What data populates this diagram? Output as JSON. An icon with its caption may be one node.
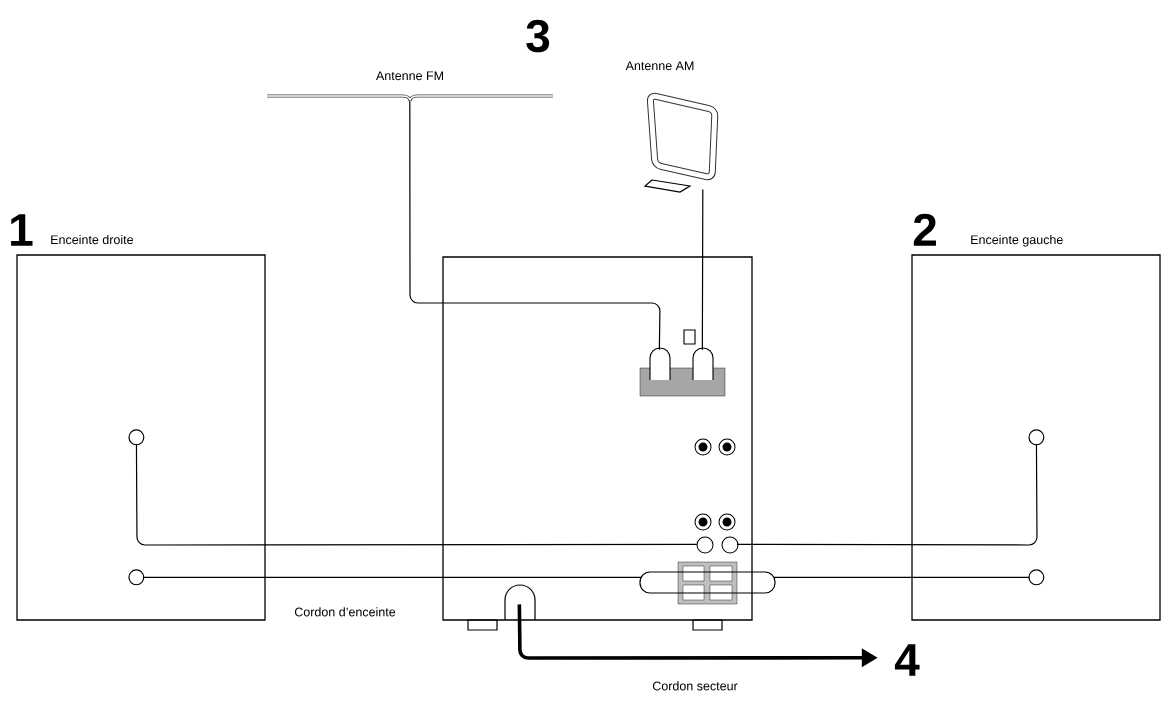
{
  "diagram": {
    "nodes": [
      {
        "text": [
          "1",
          "Enceinte droite"
        ]
      },
      {
        "text": [],
        "shape": "box"
      },
      {
        "text": [
          "2",
          "Enceinte gauche"
        ]
      },
      {
        "text": [
          "Antenne FM"
        ]
      },
      {
        "text": [
          "Antenne AM"
        ]
      },
      {
        "text": [
          "4"
        ]
      }
    ],
    "edges": [
      {
        "from": 3,
        "to": 1,
        "arrow": "none"
      },
      {
        "from": 4,
        "to": 1,
        "arrow": "none"
      },
      {
        "from": 0,
        "to": 1,
        "arrow": "other"
      },
      {
        "from": 0,
        "to": 1,
        "arrow": "other",
        "label": "Cordon d’enceinte"
      },
      {
        "from": 2,
        "to": 1,
        "arrow": "other"
      },
      {
        "from": 2,
        "to": 1,
        "arrow": "other"
      },
      {
        "from": 1,
        "to": 5,
        "arrow": "to",
        "style": "thick",
        "label": "Cordon secteur"
      }
    ],
    "labels": [
      "3"
    ]
  }
}
